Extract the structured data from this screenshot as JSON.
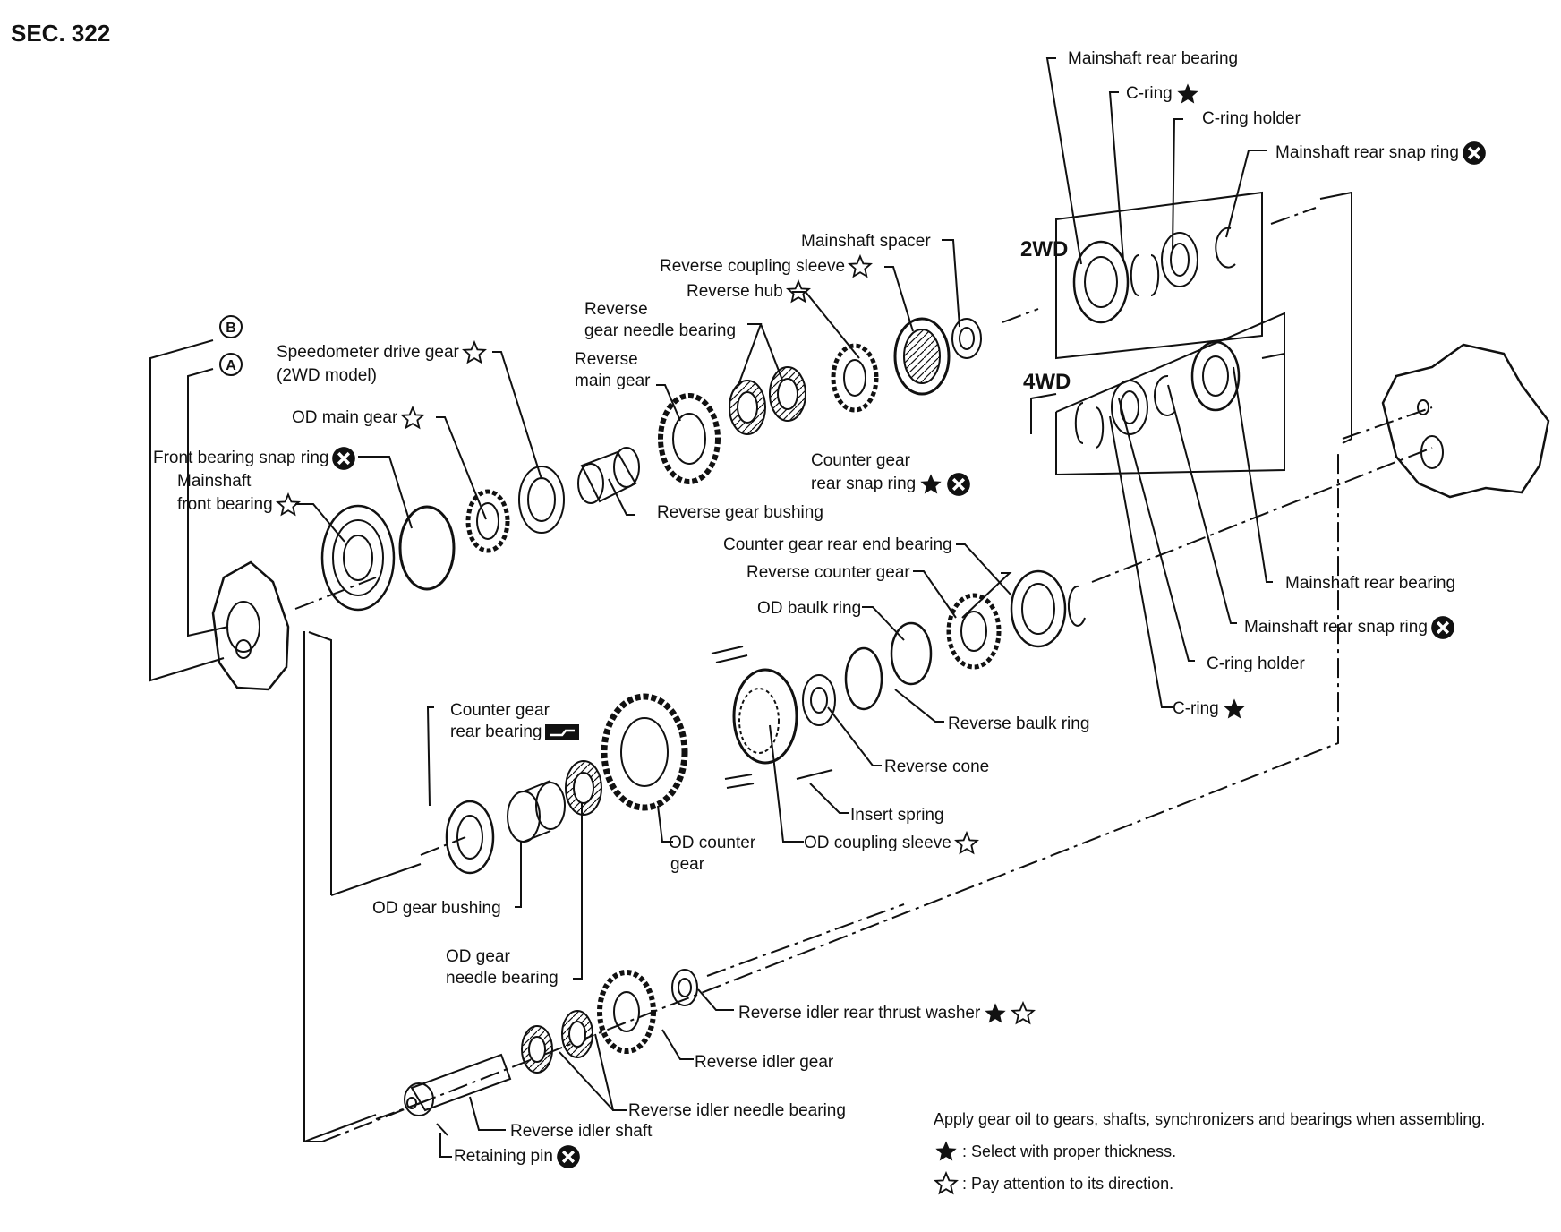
{
  "section": "SEC. 322",
  "variants": {
    "wd2": "2WD",
    "wd4": "4WD"
  },
  "refs": {
    "a": "A",
    "b": "B"
  },
  "labels": {
    "mainshaft_rear_bearing_top": "Mainshaft rear bearing",
    "c_ring_top": "C-ring",
    "c_ring_holder_top": "C-ring holder",
    "mainshaft_rear_snap_ring_top": "Mainshaft rear snap ring",
    "mainshaft_spacer": "Mainshaft spacer",
    "reverse_coupling_sleeve": "Reverse coupling sleeve",
    "reverse_hub": "Reverse hub",
    "reverse_gear_needle_bearing": [
      "Reverse",
      "gear needle bearing"
    ],
    "reverse_main_gear": [
      "Reverse",
      "main gear"
    ],
    "speedometer_drive_gear": [
      "Speedometer drive gear",
      "(2WD model)"
    ],
    "od_main_gear": "OD main gear",
    "front_bearing_snap_ring": "Front bearing snap ring",
    "mainshaft_front_bearing": [
      "Mainshaft",
      "front bearing"
    ],
    "reverse_gear_bushing": "Reverse gear bushing",
    "counter_gear_rear_snap_ring": [
      "Counter gear",
      "rear snap ring"
    ],
    "counter_gear_rear_end_bearing": "Counter gear rear end bearing",
    "reverse_counter_gear": "Reverse counter gear",
    "od_baulk_ring": "OD baulk ring",
    "mainshaft_rear_bearing_4wd": "Mainshaft rear bearing",
    "mainshaft_rear_snap_ring_4wd": "Mainshaft rear snap ring",
    "c_ring_holder_4wd": "C-ring holder",
    "c_ring_4wd": "C-ring",
    "reverse_baulk_ring": "Reverse baulk ring",
    "reverse_cone": "Reverse cone",
    "insert_spring": "Insert spring",
    "od_coupling_sleeve": "OD coupling sleeve",
    "od_counter_gear": [
      "OD counter",
      "gear"
    ],
    "counter_gear_rear_bearing": [
      "Counter gear",
      "rear bearing"
    ],
    "od_gear_bushing": "OD gear bushing",
    "od_gear_needle_bearing": [
      "OD gear",
      "needle bearing"
    ],
    "reverse_idler_rear_thrust_washer": "Reverse idler rear thrust washer",
    "reverse_idler_gear": "Reverse idler gear",
    "reverse_idler_needle_bearing": "Reverse idler needle bearing",
    "reverse_idler_shaft": "Reverse idler shaft",
    "retaining_pin": "Retaining pin"
  },
  "notes": {
    "apply": "Apply gear oil to gears, shafts, synchronizers and bearings when assembling.",
    "filled_star": ": Select with proper thickness.",
    "outline_star": ": Pay attention to its direction."
  }
}
